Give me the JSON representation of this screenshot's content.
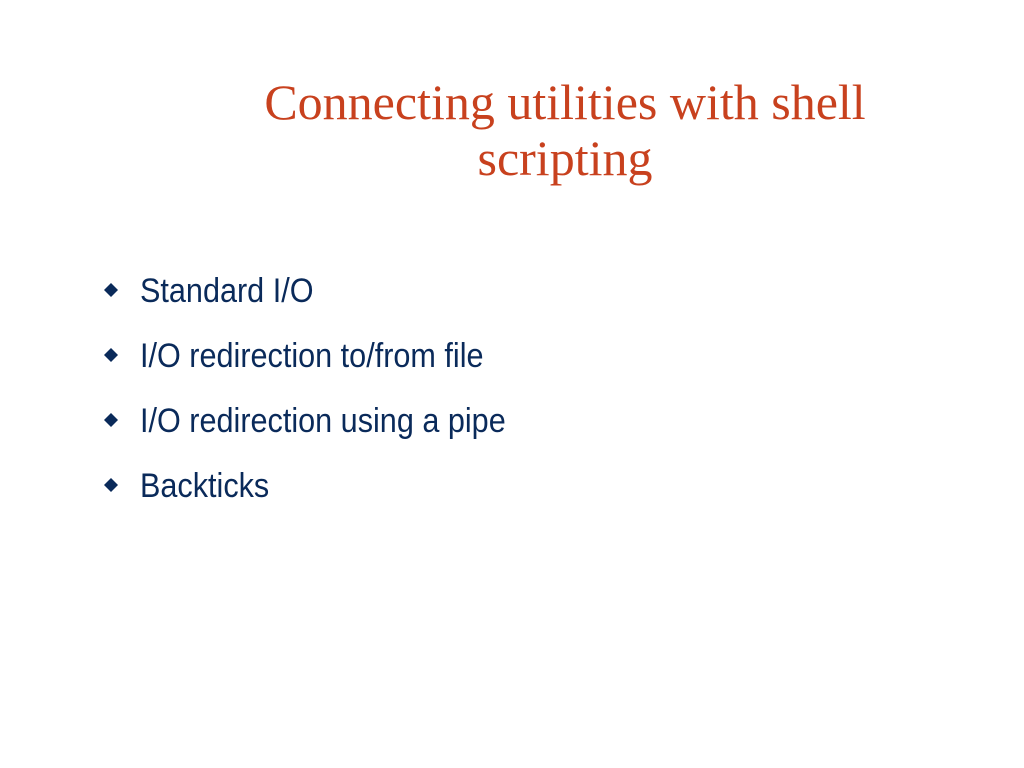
{
  "slide": {
    "title_line_1": "Connecting utilities with shell",
    "title_line_2": "scripting",
    "title_color": "#c8411e",
    "text_color": "#0a2a5a",
    "bullet_icon": "diamond-bullet-icon",
    "bullets": [
      {
        "label": "Standard I/O"
      },
      {
        "label": "I/O redirection to/from file"
      },
      {
        "label": "I/O redirection using a pipe"
      },
      {
        "label": "Backticks"
      }
    ]
  }
}
